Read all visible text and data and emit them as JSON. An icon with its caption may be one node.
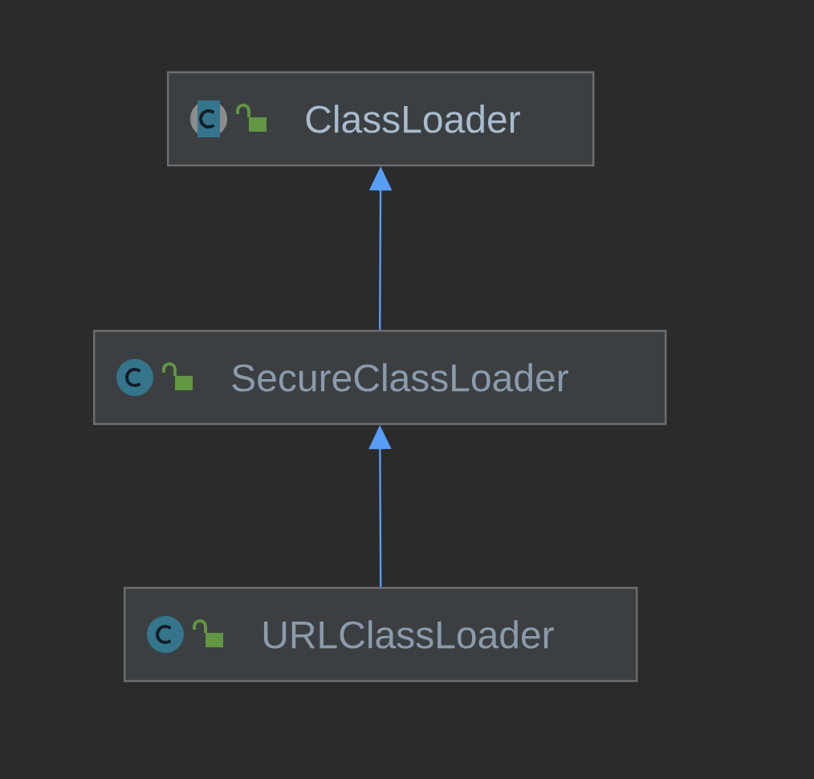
{
  "diagram": {
    "nodes": [
      {
        "text": [
          "ClassLoader"
        ]
      },
      {
        "text": [
          "SecureClassLoader"
        ]
      },
      {
        "text": [
          "URLClassLoader"
        ]
      }
    ],
    "edges": [
      {
        "from": 1,
        "to": 0,
        "arrow": "to"
      },
      {
        "from": 2,
        "to": 1,
        "arrow": "to"
      }
    ]
  }
}
